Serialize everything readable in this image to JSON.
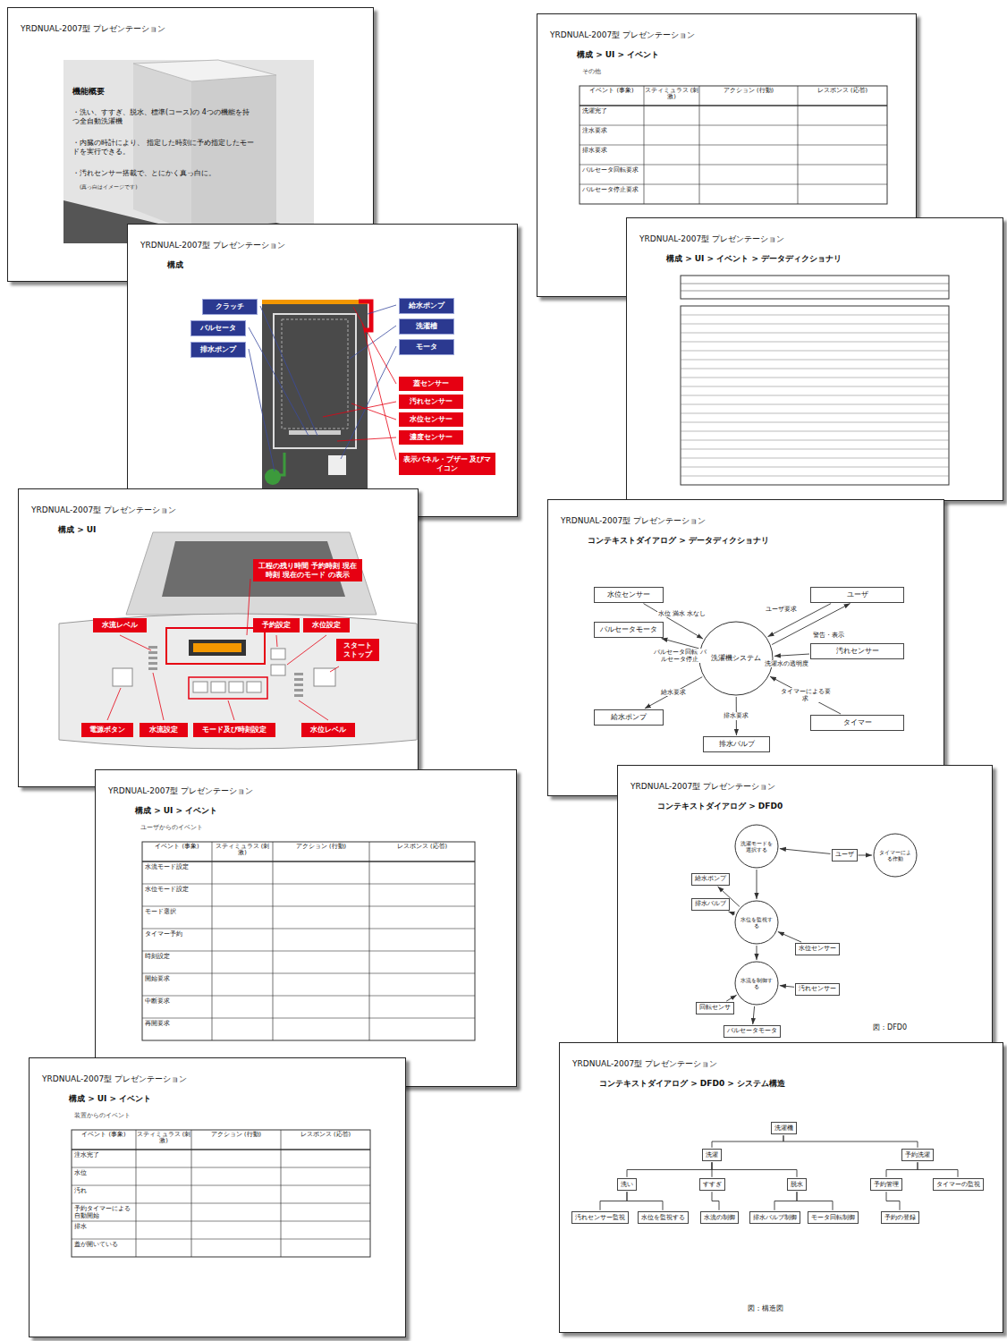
{
  "diagram": {
    "nodes": [
      {
        "text": [
          "YRDNUAL-2007型 プレゼンテーション",
          "機能概要",
          "・洗い、すすぎ、脱水、標準(コース)の 4つの機能を持つ全自動洗濯機",
          "・内臓の時計により、 指定した時刻に予め指定したモードを実行できる。",
          "・汚れセンサー搭載で、とにかく真っ白に。",
          "(真っ白はイメージです)"
        ]
      },
      {
        "text": [
          "YRDNUAL-2007型 プレゼンテーション",
          "構成"
        ]
      },
      {
        "text": [
          "クラッチ"
        ],
        "in": 1
      },
      {
        "text": [
          "パルセータ"
        ],
        "in": 1
      },
      {
        "text": [
          "排水ポンプ"
        ],
        "in": 1
      },
      {
        "text": [
          "給水ポンプ"
        ],
        "in": 1
      },
      {
        "text": [
          "洗濯槽"
        ],
        "in": 1
      },
      {
        "text": [
          "モータ"
        ],
        "in": 1
      },
      {
        "text": [
          "蓋センサー"
        ],
        "in": 1
      },
      {
        "text": [
          "汚れセンサー"
        ],
        "in": 1
      },
      {
        "text": [
          "水位センサー"
        ],
        "in": 1
      },
      {
        "text": [
          "濃度センサー"
        ],
        "in": 1
      },
      {
        "text": [
          "表示パネル・ブザー 及びマイコン"
        ],
        "in": 1
      },
      {
        "text": [
          "YRDNUAL-2007型 プレゼンテーション",
          "構成 > UI"
        ]
      },
      {
        "text": [
          "工程の残り時間 予約時刻 現在時刻 現在のモード の表示"
        ],
        "in": 13
      },
      {
        "text": [
          "予約設定"
        ],
        "in": 13
      },
      {
        "text": [
          "水位設定"
        ],
        "in": 13
      },
      {
        "text": [
          "スタート ストップ"
        ],
        "in": 13
      },
      {
        "text": [
          "水流レベル"
        ],
        "in": 13
      },
      {
        "text": [
          "電源ボタン"
        ],
        "in": 13
      },
      {
        "text": [
          "水流設定"
        ],
        "in": 13
      },
      {
        "text": [
          "モード及び時刻設定"
        ],
        "in": 13
      },
      {
        "text": [
          "水位レベル"
        ],
        "in": 13
      },
      {
        "text": [
          "YRDNUAL-2007型 プレゼンテーション",
          "構成 > UI > イベント",
          "ユーザからのイベント"
        ]
      },
      {
        "text": [
          "YRDNUAL-2007型 プレゼンテーション",
          "構成 > UI > イベント",
          "装置からのイベント"
        ]
      },
      {
        "text": [
          "YRDNUAL-2007型 プレゼンテーション",
          "構成 > UI > イベント",
          "その他"
        ]
      },
      {
        "text": [
          "YRDNUAL-2007型 プレゼンテーション",
          "構成 > UI > イベント > データディクショナリ"
        ]
      },
      {
        "text": [
          "YRDNUAL-2007型 プレゼンテーション",
          "コンテキストダイアログ > データディクショナリ"
        ]
      },
      {
        "text": [
          "洗濯機システム"
        ],
        "in": 27
      },
      {
        "text": [
          "水位センサー"
        ],
        "in": 27
      },
      {
        "text": [
          "ユーザ"
        ],
        "in": 27
      },
      {
        "text": [
          "パルセータモータ"
        ],
        "in": 27
      },
      {
        "text": [
          "汚れセンサー"
        ],
        "in": 27
      },
      {
        "text": [
          "給水ポンプ"
        ],
        "in": 27
      },
      {
        "text": [
          "タイマー"
        ],
        "in": 27
      },
      {
        "text": [
          "排水バルブ"
        ],
        "in": 27
      },
      {
        "text": [
          "YRDNUAL-2007型 プレゼンテーション",
          "コンテキストダイアログ > DFD0"
        ]
      },
      {
        "text": [
          "洗濯モードを選択する"
        ],
        "in": 36
      },
      {
        "text": [
          "タイマーによる作動"
        ],
        "in": 36
      },
      {
        "text": [
          "水位を監視する"
        ],
        "in": 36
      },
      {
        "text": [
          "水流を制御する"
        ],
        "in": 36
      },
      {
        "text": [
          "ユーザ"
        ],
        "in": 36
      },
      {
        "text": [
          "給水ポンプ"
        ],
        "in": 36
      },
      {
        "text": [
          "排水バルブ"
        ],
        "in": 36
      },
      {
        "text": [
          "水位センサー"
        ],
        "in": 36
      },
      {
        "text": [
          "汚れセンサー"
        ],
        "in": 36
      },
      {
        "text": [
          "回転センサ"
        ],
        "in": 36
      },
      {
        "text": [
          "パルセータモータ"
        ],
        "in": 36
      },
      {
        "text": [
          "YRDNUAL-2007型 プレゼンテーション",
          "コンテキストダイアログ > DFD0 > システム構造"
        ]
      },
      {
        "text": [
          "洗濯機"
        ],
        "in": 48
      },
      {
        "text": [
          "洗濯"
        ],
        "in": 48
      },
      {
        "text": [
          "予約洗濯"
        ],
        "in": 48
      },
      {
        "text": [
          "洗い"
        ],
        "in": 48
      },
      {
        "text": [
          "すすぎ"
        ],
        "in": 48
      },
      {
        "text": [
          "脱水"
        ],
        "in": 48
      },
      {
        "text": [
          "予約管理"
        ],
        "in": 48
      },
      {
        "text": [
          "タイマーの監視"
        ],
        "in": 48
      },
      {
        "text": [
          "予約の登録"
        ],
        "in": 48
      },
      {
        "text": [
          "汚れセンサー監視"
        ],
        "in": 48
      },
      {
        "text": [
          "水位を監視する"
        ],
        "in": 48
      },
      {
        "text": [
          "水流の制御"
        ],
        "in": 48
      },
      {
        "text": [
          "排水バルブ制御"
        ],
        "in": 48
      },
      {
        "text": [
          "モータ回転制御"
        ],
        "in": 48
      }
    ],
    "edges": [
      {
        "from": 29,
        "to": 28,
        "label": "水位 満水 水なし",
        "arrow": "to"
      },
      {
        "from": 30,
        "to": 28,
        "label": "ユーザ要求",
        "arrow": "to"
      },
      {
        "from": 28,
        "to": 30,
        "label": "警告・表示",
        "arrow": "to"
      },
      {
        "from": 28,
        "to": 31,
        "label": "パルセータ回転 パルセータ停止",
        "arrow": "to"
      },
      {
        "from": 32,
        "to": 28,
        "label": "洗濯水の透明度",
        "arrow": "to"
      },
      {
        "from": 34,
        "to": 28,
        "label": "タイマーによる要求",
        "arrow": "to"
      },
      {
        "from": 28,
        "to": 33,
        "label": "給水要求",
        "arrow": "to"
      },
      {
        "from": 28,
        "to": 35,
        "label": "排水要求",
        "arrow": "to"
      },
      {
        "from": 41,
        "to": 37,
        "arrow": "to"
      },
      {
        "from": 41,
        "to": 38,
        "arrow": "to"
      },
      {
        "from": 37,
        "to": 39,
        "arrow": "to"
      },
      {
        "from": 39,
        "to": 42,
        "arrow": "to"
      },
      {
        "from": 39,
        "to": 43,
        "arrow": "to"
      },
      {
        "from": 44,
        "to": 39,
        "arrow": "to"
      },
      {
        "from": 39,
        "to": 40,
        "arrow": "to"
      },
      {
        "from": 45,
        "to": 40,
        "arrow": "to"
      },
      {
        "from": 46,
        "to": 40,
        "arrow": "to"
      },
      {
        "from": 40,
        "to": 47,
        "arrow": "to"
      },
      {
        "from": 49,
        "to": 50,
        "arrow": "none"
      },
      {
        "from": 49,
        "to": 51,
        "arrow": "none"
      },
      {
        "from": 50,
        "to": 52,
        "arrow": "none"
      },
      {
        "from": 50,
        "to": 53,
        "arrow": "none"
      },
      {
        "from": 50,
        "to": 54,
        "arrow": "none"
      },
      {
        "from": 51,
        "to": 55,
        "arrow": "none"
      },
      {
        "from": 51,
        "to": 56,
        "arrow": "none"
      },
      {
        "from": 52,
        "to": 58,
        "arrow": "none"
      },
      {
        "from": 52,
        "to": 59,
        "arrow": "none"
      },
      {
        "from": 53,
        "to": 60,
        "arrow": "none"
      },
      {
        "from": 54,
        "to": 61,
        "arrow": "none"
      },
      {
        "from": 54,
        "to": 62,
        "arrow": "none"
      },
      {
        "from": 55,
        "to": 57,
        "arrow": "none"
      }
    ],
    "labels": [
      "イベント (事象)",
      "スティミュラス (刺激)",
      "アクション (行動)",
      "レスポンス (応答)",
      "水流モード設定",
      "水位モード設定",
      "モード選択",
      "タイマー予約",
      "時刻設定",
      "開始要求",
      "中断要求",
      "再開要求",
      "イベント (事象)",
      "スティミュラス (刺激)",
      "アクション (行動)",
      "レスポンス (応答)",
      "注水完了",
      "水位",
      "汚れ",
      "予約タイマーによる自動開始",
      "排水",
      "蓋が開いている",
      "イベント (事象)",
      "スティミュラス (刺激)",
      "アクション (行動)",
      "レスポンス (応答)",
      "洗濯完了",
      "注水要求",
      "排水要求",
      "パルセータ回転要求",
      "パルセータ停止要求",
      "図：DFD0",
      "図：構造図"
    ]
  }
}
